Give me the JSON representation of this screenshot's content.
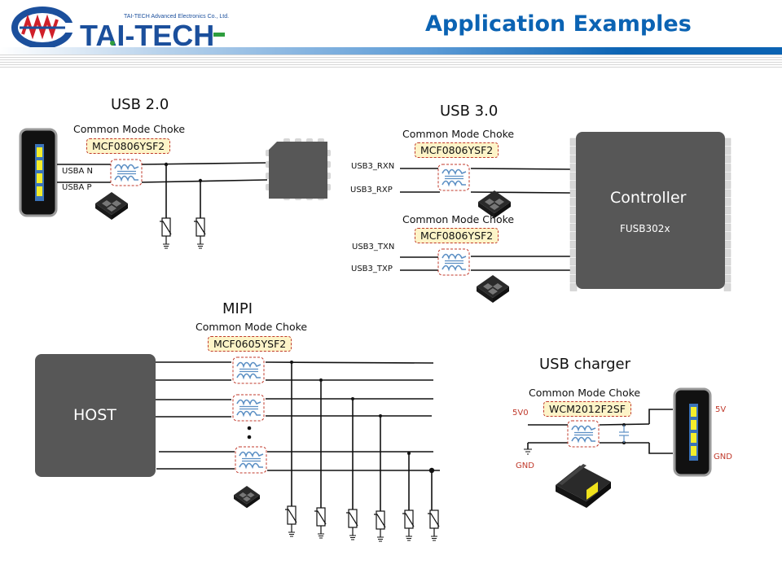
{
  "header": {
    "company_tagline": "TAI-TECH Advanced Electronics Co., Ltd.",
    "logo_wordmark": "TAI-TECH",
    "page_title": "Application Examples",
    "accent_color": "#0b63b3"
  },
  "sections": {
    "usb2": {
      "title": "USB 2.0",
      "component_label": "Common Mode Choke",
      "part_number": "MCF0806YSF2",
      "signals": [
        "USBA N",
        "USBA P"
      ]
    },
    "usb3": {
      "title": "USB 3.0",
      "chokes": [
        {
          "component_label": "Common Mode Choke",
          "part_number": "MCF0806YSF2",
          "signals": [
            "USB3_RXN",
            "USB3_RXP"
          ]
        },
        {
          "component_label": "Common Mode Choke",
          "part_number": "MCF0806YSF2",
          "signals": [
            "USB3_TXN",
            "USB3_TXP"
          ]
        }
      ],
      "controller_label": "Controller",
      "controller_part": "FUSB302x"
    },
    "mipi": {
      "title": "MIPI",
      "component_label": "Common Mode Choke",
      "part_number": "MCF0605YSF2",
      "host_label": "HOST"
    },
    "usb_charger": {
      "title": "USB charger",
      "component_label": "Common Mode Choke",
      "part_number": "WCM2012F2SF",
      "left_labels": [
        "5V0",
        "GND"
      ],
      "right_labels": [
        "5V",
        "GND"
      ]
    }
  }
}
